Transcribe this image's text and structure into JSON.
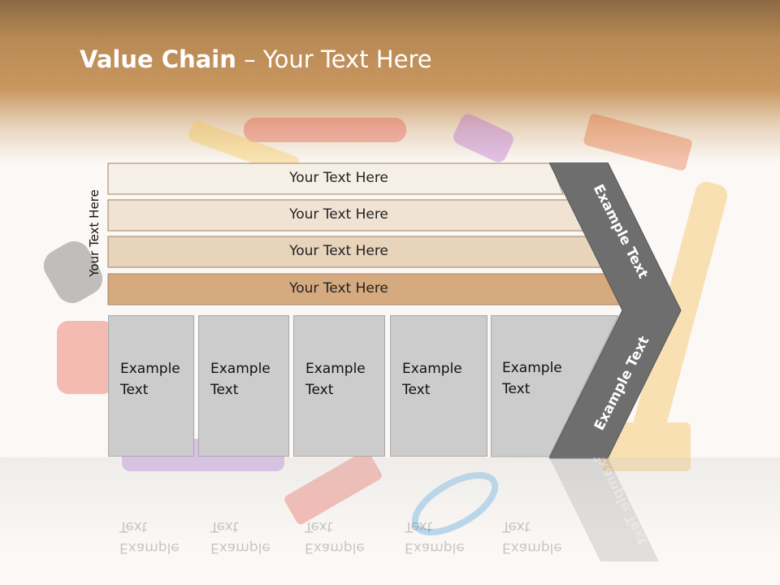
{
  "title": {
    "bold": "Value Chain",
    "rest": " – Your Text Here"
  },
  "side_label": "Your Text Here",
  "rows": [
    {
      "label": "Your Text Here",
      "color": "#f6efe7"
    },
    {
      "label": "Your Text Here",
      "color": "#f0e3d4"
    },
    {
      "label": "Your Text Here",
      "color": "#e8d3bb"
    },
    {
      "label": "Your Text Here",
      "color": "#d6aa7f"
    }
  ],
  "columns": [
    {
      "line1": "Example",
      "line2": "Text"
    },
    {
      "line1": "Example",
      "line2": "Text"
    },
    {
      "line1": "Example",
      "line2": "Text"
    },
    {
      "line1": "Example",
      "line2": "Text"
    },
    {
      "line1": "Example",
      "line2": "Text"
    }
  ],
  "arrow": {
    "upper_label": "Example Text",
    "lower_label": "Example Text",
    "color": "#6e6e6e"
  },
  "colors": {
    "header_brown": "#b98a55",
    "column_gray": "#cccccc"
  }
}
